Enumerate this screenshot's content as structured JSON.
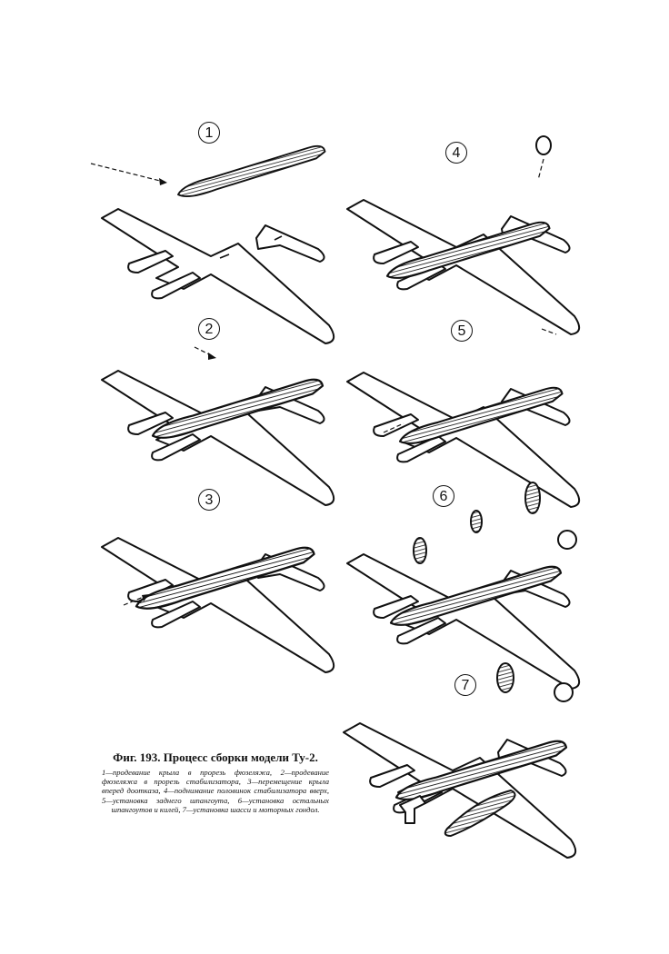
{
  "steps": [
    {
      "number": "1"
    },
    {
      "number": "2"
    },
    {
      "number": "3"
    },
    {
      "number": "4"
    },
    {
      "number": "5"
    },
    {
      "number": "6"
    },
    {
      "number": "7"
    }
  ],
  "caption": {
    "title": "Фиг. 193. Процесс сборки модели Ту-2.",
    "text": "1—продевание крыла в прорезь фюзеляжа, 2—продевание фюзеляжа в прорезь стабилизатора, 3—перемещение крыла вперед доотказа, 4—поднимание половинок стабилизатора вверх, 5—установка заднего шпангоута, 6—установка остальных шпангоутов и килей, 7—установка шасси и моторных гондол."
  }
}
